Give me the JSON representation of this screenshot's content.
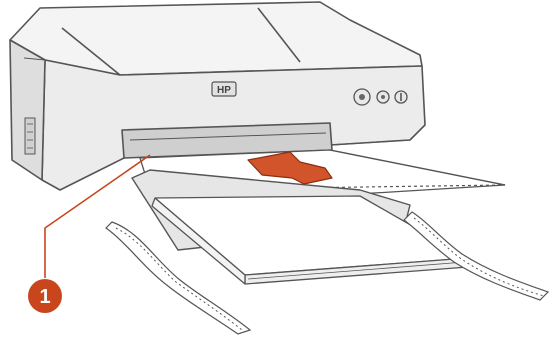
{
  "logo": {
    "text": "HP",
    "icon": "hp-logo"
  },
  "callout": {
    "number": "1",
    "color": "#c9461c"
  },
  "colors": {
    "printer_body": "#f1f1f1",
    "outline": "#555555",
    "paper": "#ffffff",
    "arrow": "#d1542a",
    "leader_line": "#c9461c"
  },
  "icons": [
    "power-button-icon",
    "resume-button-icon",
    "cancel-button-icon",
    "feed-direction-arrow-icon"
  ]
}
